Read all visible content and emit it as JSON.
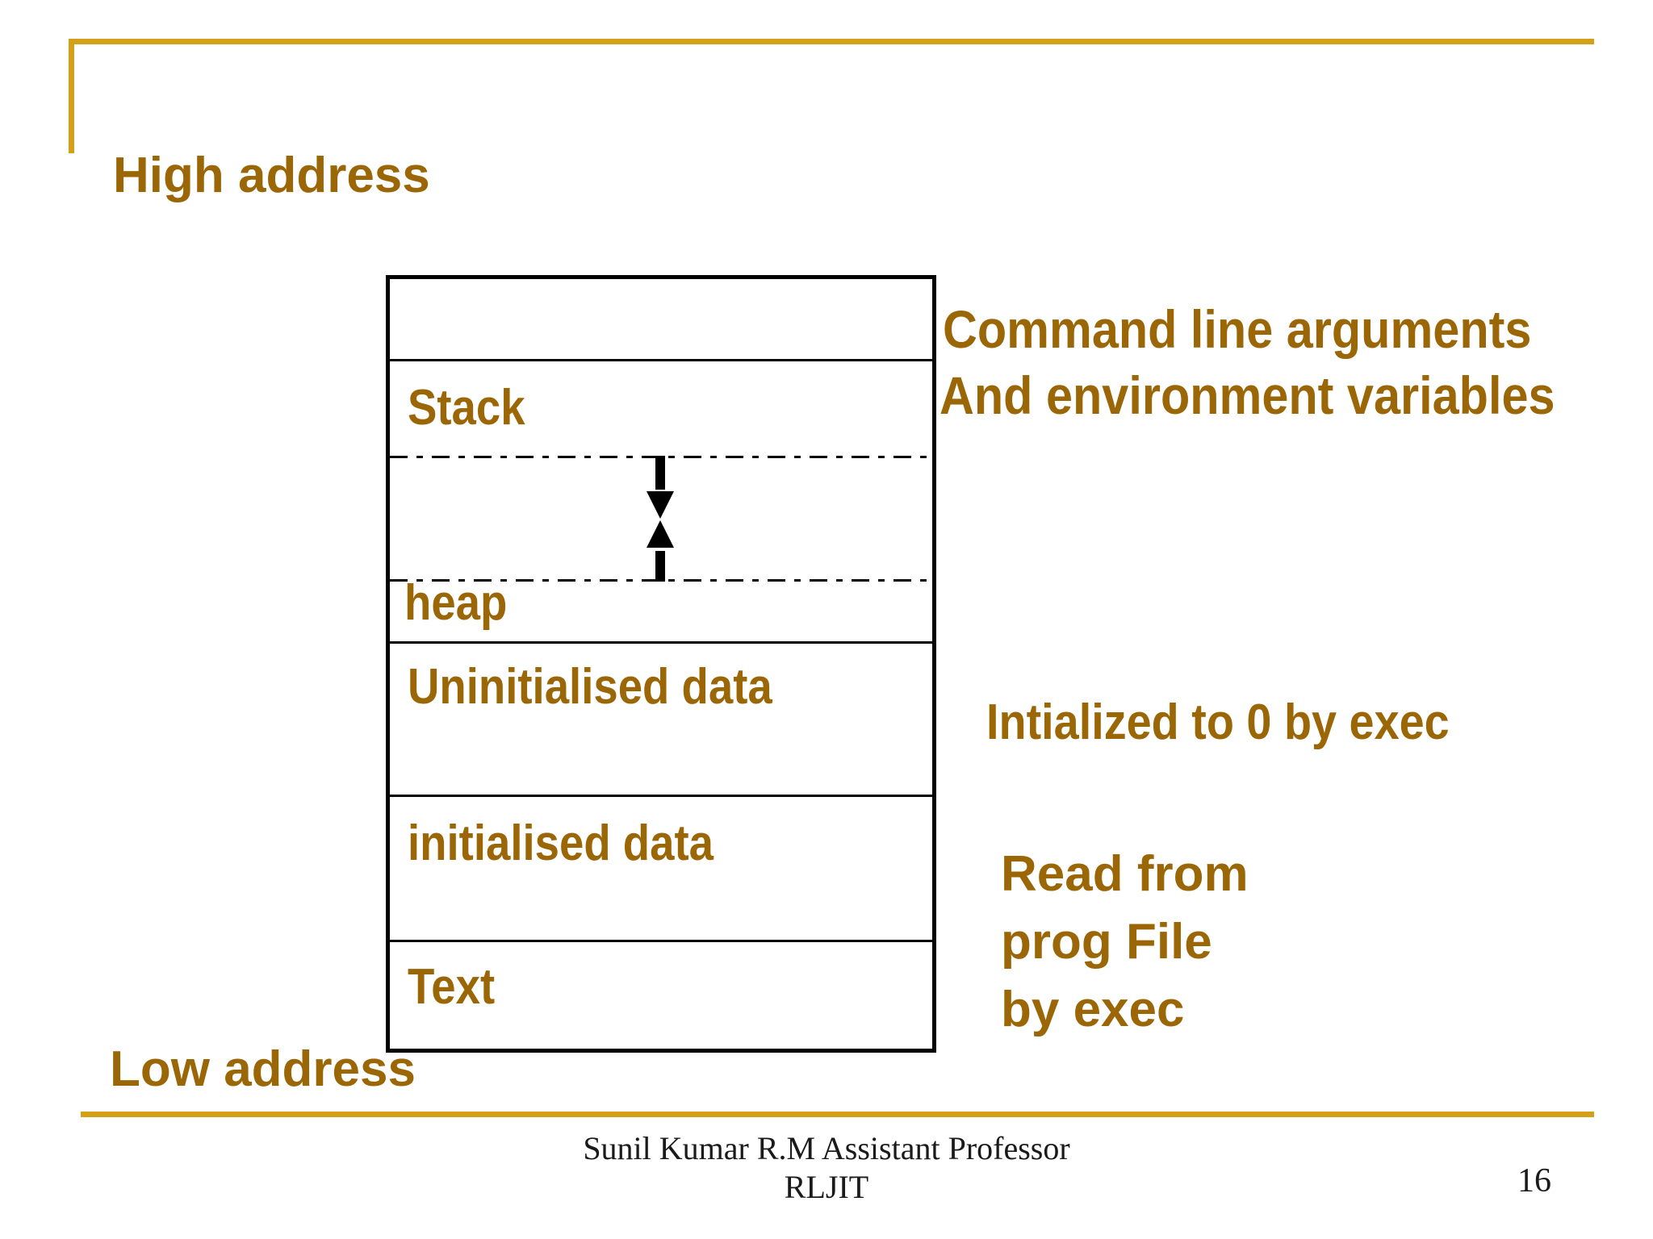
{
  "slide": {
    "page_number": "16",
    "accent_color": "#D4A017",
    "text_color": "#9A6606",
    "outline_color": "#000000"
  },
  "labels": {
    "high_address": "High address",
    "low_address": "Low address"
  },
  "memory_layout": {
    "segments": [
      {
        "id": "args",
        "label": ""
      },
      {
        "id": "stack",
        "label": "Stack"
      },
      {
        "id": "gap",
        "label": ""
      },
      {
        "id": "heap",
        "label": "heap"
      },
      {
        "id": "uninit",
        "label": "Uninitialised data"
      },
      {
        "id": "init",
        "label": "initialised data"
      },
      {
        "id": "text",
        "label": "Text"
      }
    ]
  },
  "annotations": {
    "command_line_1": "Command line arguments",
    "command_line_2": "And environment variables",
    "zero_initialized": "Intialized to 0 by exec",
    "read_from_1": "Read from",
    "read_from_2": "prog File",
    "read_from_3": "by exec"
  },
  "footer": {
    "line1": "Sunil Kumar R.M   Assistant Professor",
    "line2": "RLJIT"
  }
}
